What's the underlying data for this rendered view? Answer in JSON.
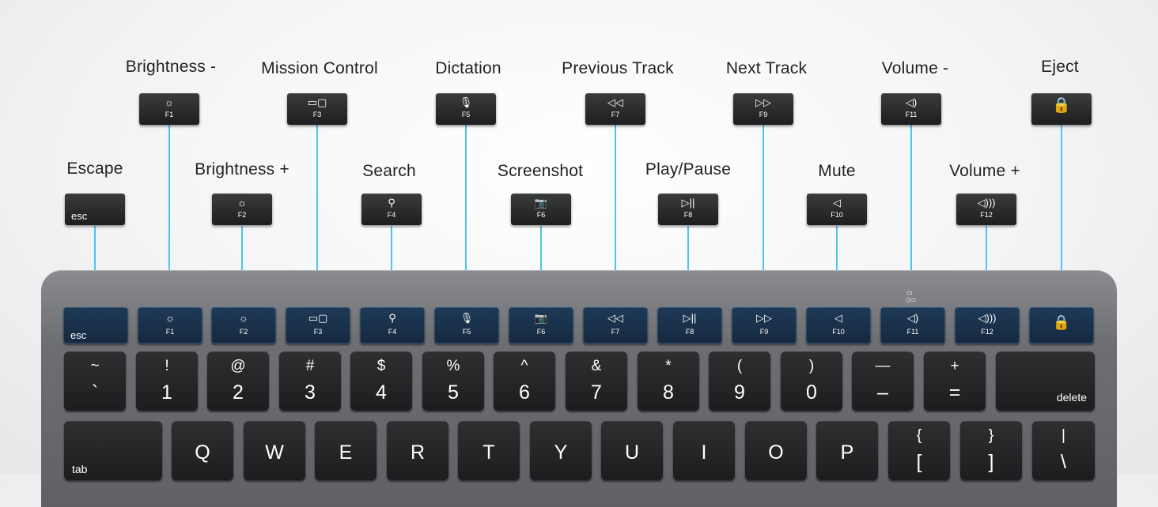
{
  "labels": [
    {
      "id": "escape",
      "text": "Escape"
    },
    {
      "id": "brightness_down",
      "text": "Brightness -"
    },
    {
      "id": "brightness_up",
      "text": "Brightness +"
    },
    {
      "id": "mission_control",
      "text": "Mission Control"
    },
    {
      "id": "search",
      "text": "Search"
    },
    {
      "id": "dictation",
      "text": "Dictation"
    },
    {
      "id": "screenshot",
      "text": "Screenshot"
    },
    {
      "id": "previous_track",
      "text": "Previous Track"
    },
    {
      "id": "play_pause",
      "text": "Play/Pause"
    },
    {
      "id": "next_track",
      "text": "Next Track"
    },
    {
      "id": "mute",
      "text": "Mute"
    },
    {
      "id": "volume_down",
      "text": "Volume -"
    },
    {
      "id": "volume_up",
      "text": "Volume +"
    },
    {
      "id": "eject",
      "text": "Eject"
    }
  ],
  "function_keys": [
    {
      "icon": "",
      "icon_name": "none",
      "fn": "esc"
    },
    {
      "icon": "☼",
      "icon_name": "sun-small-icon",
      "fn": "F1"
    },
    {
      "icon": "☼",
      "icon_name": "sun-large-icon",
      "fn": "F2"
    },
    {
      "icon": "▭▢",
      "icon_name": "mission-control-icon",
      "fn": "F3"
    },
    {
      "icon": "⚲",
      "icon_name": "magnifier-icon",
      "fn": "F4"
    },
    {
      "icon": "🎙",
      "icon_name": "microphone-icon",
      "fn": "F5"
    },
    {
      "icon": "📷",
      "icon_name": "camera-icon",
      "fn": "F6"
    },
    {
      "icon": "◁◁",
      "icon_name": "rewind-icon",
      "fn": "F7"
    },
    {
      "icon": "▷||",
      "icon_name": "play-pause-icon",
      "fn": "F8"
    },
    {
      "icon": "▷▷",
      "icon_name": "fast-forward-icon",
      "fn": "F9"
    },
    {
      "icon": "◁",
      "icon_name": "speaker-mute-icon",
      "fn": "F10"
    },
    {
      "icon": "◁)",
      "icon_name": "speaker-low-icon",
      "fn": "F11"
    },
    {
      "icon": "◁)))",
      "icon_name": "speaker-high-icon",
      "fn": "F12"
    },
    {
      "icon": "🔒",
      "icon_name": "lock-icon",
      "fn": ""
    }
  ],
  "number_row": [
    {
      "top": "~",
      "bottom": "`"
    },
    {
      "top": "!",
      "bottom": "1"
    },
    {
      "top": "@",
      "bottom": "2"
    },
    {
      "top": "#",
      "bottom": "3"
    },
    {
      "top": "$",
      "bottom": "4"
    },
    {
      "top": "%",
      "bottom": "5"
    },
    {
      "top": "^",
      "bottom": "6"
    },
    {
      "top": "&",
      "bottom": "7"
    },
    {
      "top": "*",
      "bottom": "8"
    },
    {
      "top": "(",
      "bottom": "9"
    },
    {
      "top": ")",
      "bottom": "0"
    },
    {
      "top": "—",
      "bottom": "–"
    },
    {
      "top": "+",
      "bottom": "="
    }
  ],
  "delete_label": "delete",
  "tab_label": "tab",
  "qwerty_row": [
    "Q",
    "W",
    "E",
    "R",
    "T",
    "Y",
    "U",
    "I",
    "O",
    "P"
  ],
  "bracket_keys": [
    {
      "top": "{",
      "bottom": "["
    },
    {
      "top": "}",
      "bottom": "]"
    },
    {
      "top": "|",
      "bottom": "\\"
    }
  ],
  "colors": {
    "accent_line": "#4fc3f0",
    "fkey_row": "#1f3a57",
    "key": "#1c1d1f",
    "board": "#6d6f72"
  }
}
